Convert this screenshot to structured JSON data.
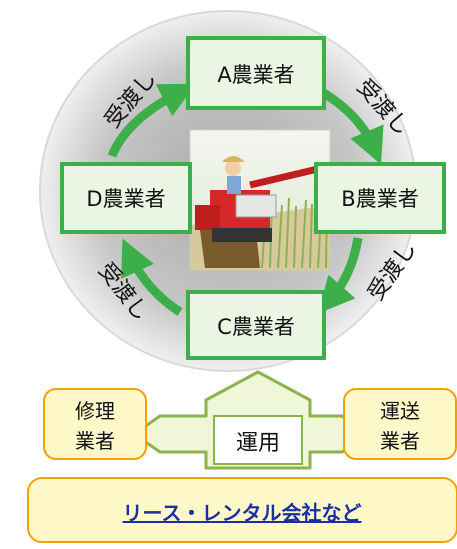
{
  "farmers": {
    "a": "A農業者",
    "b": "B農業者",
    "c": "C農業者",
    "d": "D農業者"
  },
  "handover_label": "受渡し",
  "repair": {
    "line1": "修理",
    "line2": "業者"
  },
  "transport": {
    "line1": "運送",
    "line2": "業者"
  },
  "operation_label": "運用",
  "lease_company_label": "リース・レンタル会社など",
  "colors": {
    "box_border": "#3cae4a",
    "box_fill": "#eaf6e3",
    "cycle_arrow": "#3cae4a",
    "circle_inner": "#b8b8b8",
    "circle_outer": "#ececec",
    "orange_border": "#f2a100",
    "yellow_fill": "#fff9c9",
    "operation_arrow_fill": "#f0f6d8",
    "operation_arrow_border": "#8ab34c",
    "lease_text": "#1a2fa3"
  }
}
